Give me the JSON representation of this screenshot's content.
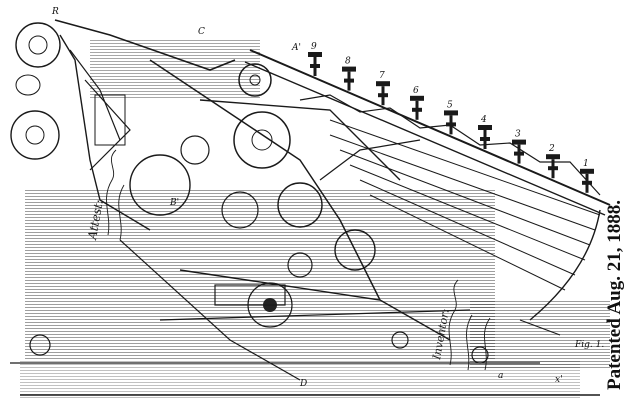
{
  "patent": {
    "date_text": "Patented Aug. 21, 1888.",
    "figure_label": "Fig. 1."
  },
  "signatures": {
    "attest_word": "Attest:",
    "inventor_word": "Inventor:"
  },
  "key_labels": [
    "9",
    "8",
    "7",
    "6",
    "5",
    "4",
    "3",
    "2",
    "1"
  ],
  "part_labels": {
    "top_left": "R",
    "top_right_arm": "A'",
    "upper_c": "C",
    "middle": "B'",
    "bottom_d": "D",
    "bottom_right_a": "a",
    "bottom_right_x": "x'"
  }
}
